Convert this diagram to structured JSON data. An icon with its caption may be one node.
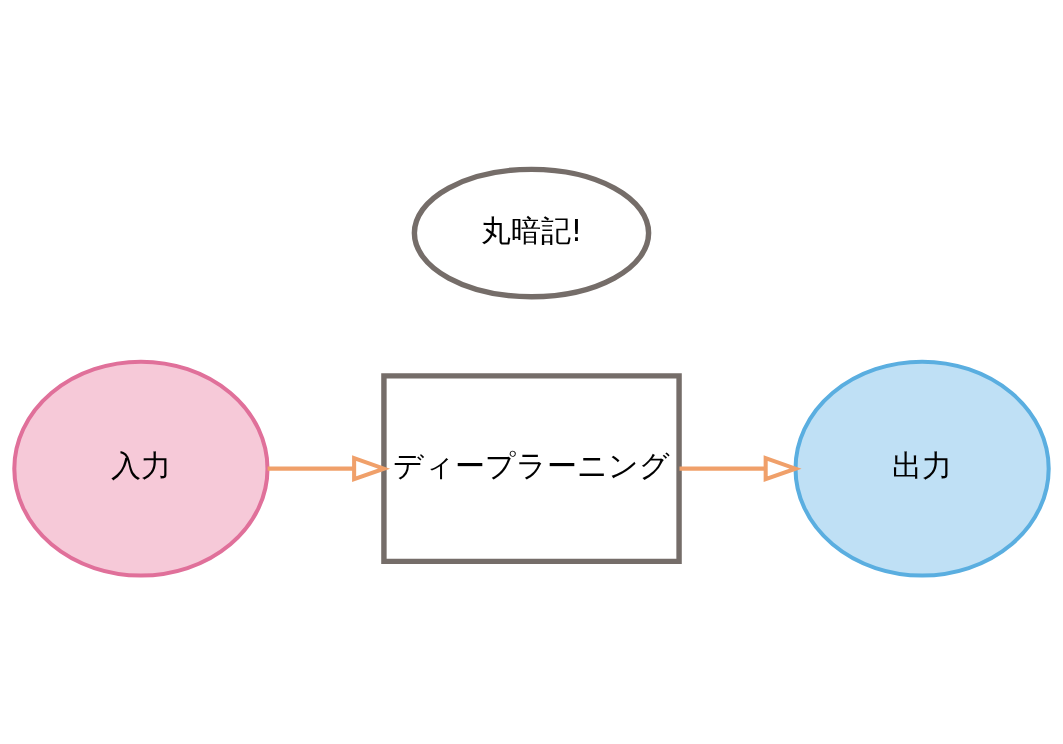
{
  "diagram": {
    "nodes": [
      {
        "text": [
          "入力"
        ]
      },
      {
        "text": [
          "ディープラーニング"
        ]
      },
      {
        "text": [
          "出力"
        ]
      },
      {
        "text": [
          "丸暗記!"
        ]
      }
    ],
    "edges": [
      {
        "from": 0,
        "to": 1,
        "arrow": "to"
      },
      {
        "from": 1,
        "to": 2,
        "arrow": "to"
      }
    ]
  }
}
